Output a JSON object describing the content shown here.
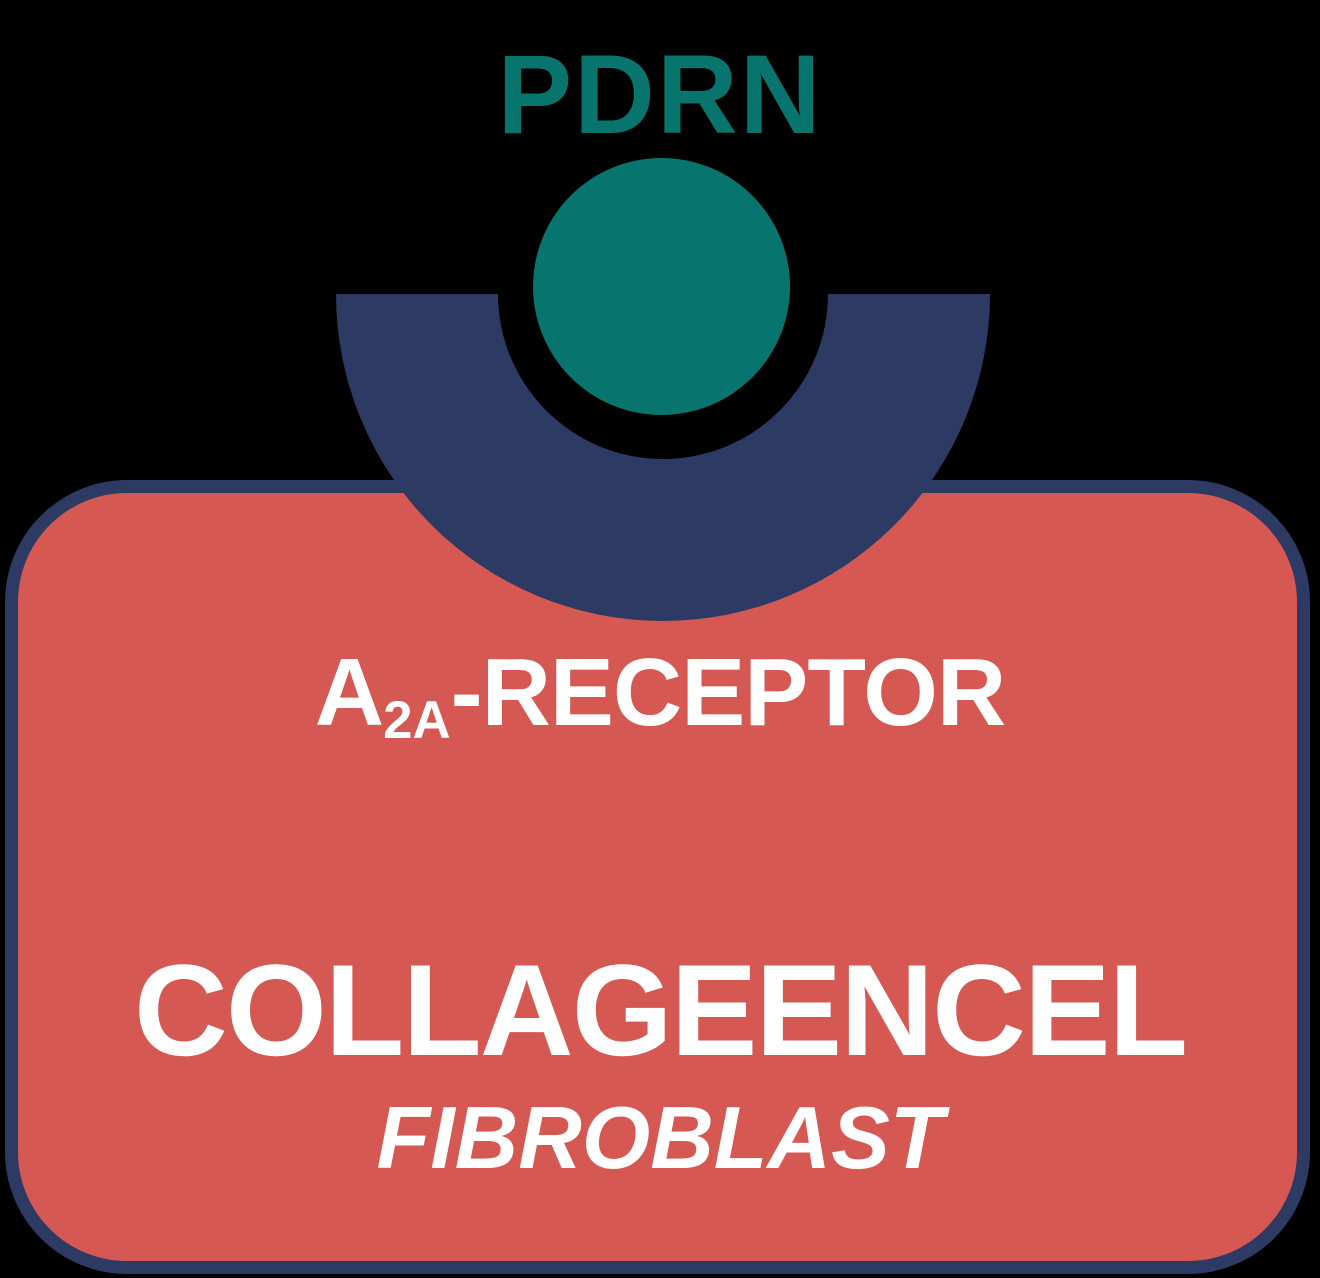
{
  "labels": {
    "pdrn": "PDRN",
    "receptor_main": "A",
    "receptor_sub": "2A",
    "receptor_rest": "-RECEPTOR",
    "cell_title": "COLLAGEENCEL",
    "cell_subtitle": "FIBROBLAST"
  },
  "colors": {
    "background": "#000000",
    "teal": "#07746D",
    "navy": "#2D3A64",
    "red": "#D65852",
    "text": "#FFFFFF"
  }
}
